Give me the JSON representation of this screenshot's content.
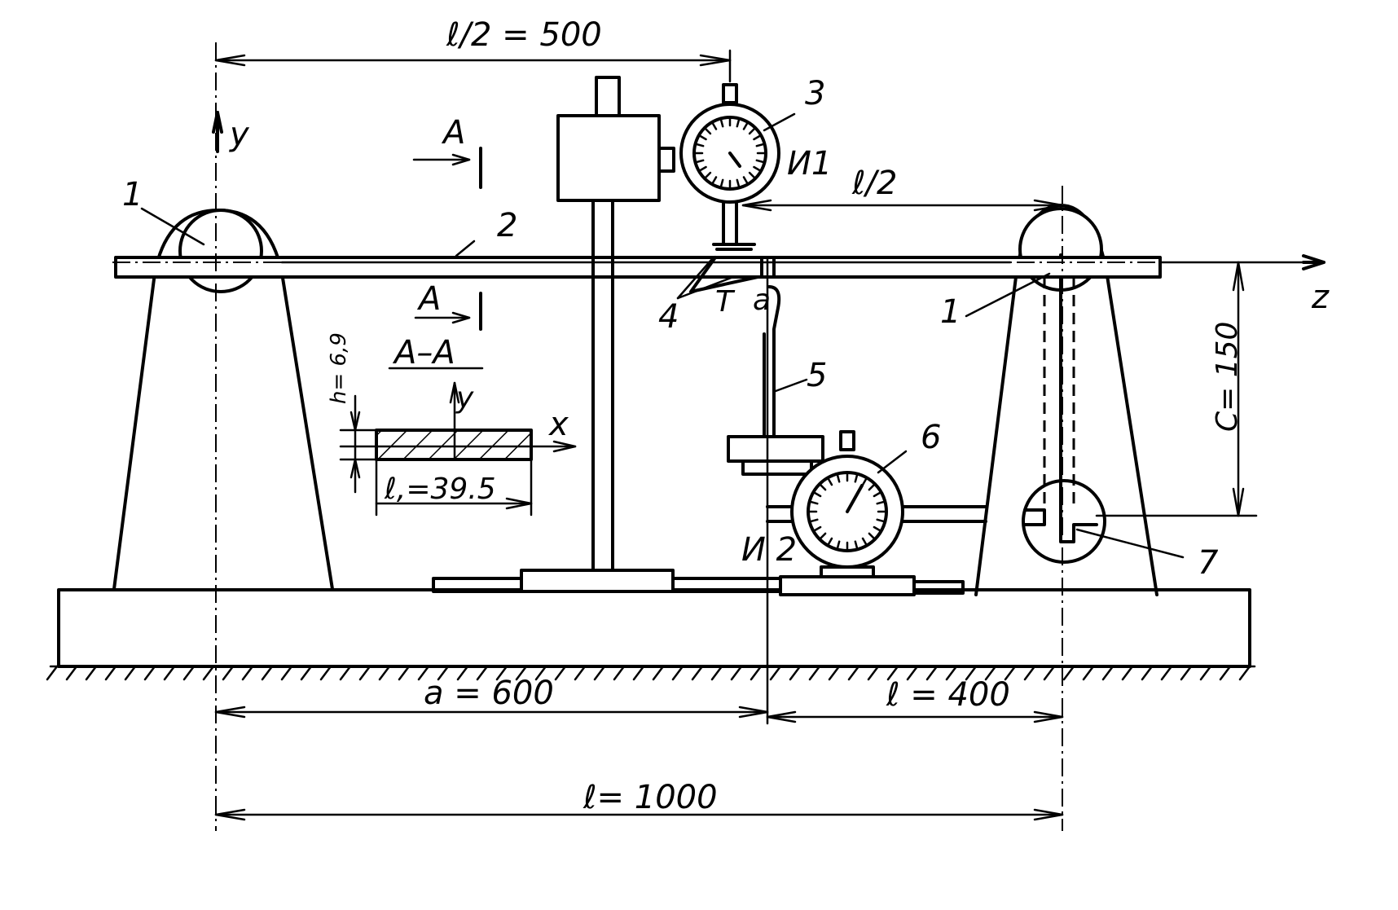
{
  "dimensions": {
    "half_span_top": "ℓ/2 = 500",
    "half_span_right": "ℓ/2",
    "a": "a = 600",
    "b": "ℓ = 400",
    "span": "ℓ= 1000",
    "c": "C= 150",
    "h": "h= 6,9",
    "b1": "ℓ,=39.5"
  },
  "axes": {
    "y": "y",
    "z": "z",
    "x": "x",
    "y_section": "y"
  },
  "section": {
    "mark_top": "A",
    "mark_bottom": "A",
    "title": "A–A"
  },
  "parts": {
    "support_left": "1",
    "beam": "2",
    "indicator_top": "3",
    "knife": "4",
    "knife_mark": "Τ",
    "knife_mark2": "a",
    "rod": "5",
    "indicator_bottom": "6",
    "support_right": "1",
    "lever": "7"
  },
  "indicators": {
    "i1": "И1",
    "i2": "И 2"
  }
}
